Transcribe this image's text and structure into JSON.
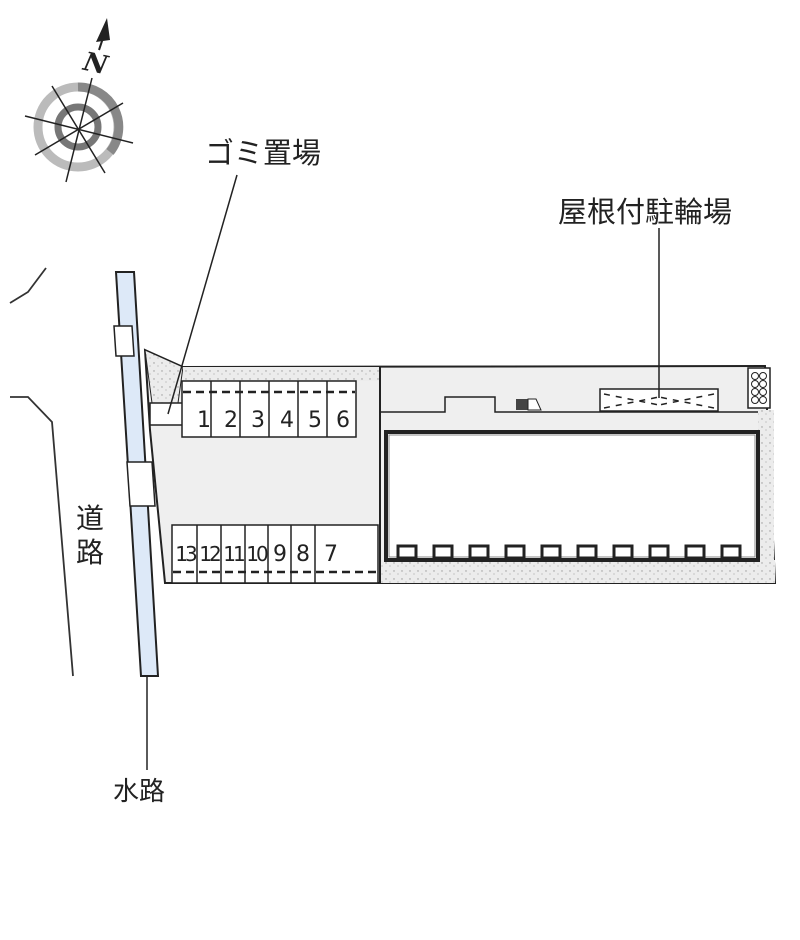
{
  "compass": {
    "north_label": "N"
  },
  "labels": {
    "garbage": "ゴミ置場",
    "bike_parking": "屋根付駐輪場",
    "road_1": "道",
    "road_2": "路",
    "waterway": "水路"
  },
  "parking_top": [
    "1",
    "2",
    "3",
    "4",
    "5",
    "6"
  ],
  "parking_bottom": [
    "13",
    "12",
    "11",
    "10",
    "9",
    "8",
    "7"
  ],
  "colors": {
    "ground": "#efefef",
    "water": "#dde9f8",
    "line": "#222222"
  }
}
